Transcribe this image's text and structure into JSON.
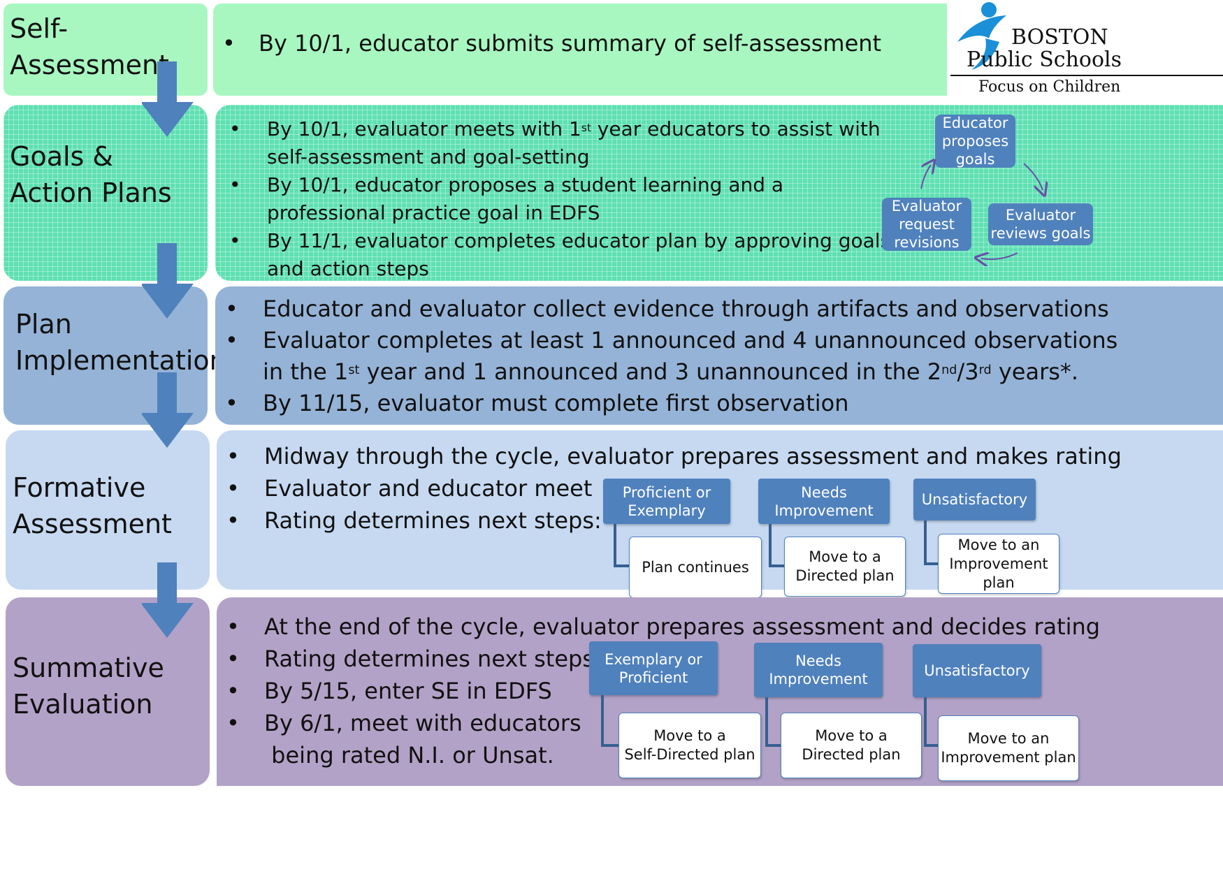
{
  "logo": {
    "line1": "BOSTON",
    "line2": "Public Schools",
    "tagline": "Focus on Children"
  },
  "stages": {
    "self_assessment": {
      "label": "Self-\nAssessment",
      "bullets": [
        "By 10/1, educator submits summary of self-assessment"
      ]
    },
    "goals": {
      "label": "Goals &\nAction Plans",
      "b1_pre": "By 10/1,",
      "b1_mid": " evaluator meets with 1",
      "b1_sup": "st",
      "b1_post": " year educators to assist with",
      "b1_line2": "self-assessment and goal-setting",
      "b2_pre": "By 10/1,",
      "b2_post": " educator proposes a student learning and a",
      "b2_line2": "professional practice goal in EDFS",
      "b3_pre": "By 11/1,",
      "b3_post": " evaluator completes educator plan by approving goals",
      "b3_line2": "and action steps",
      "cycle": [
        "Educator\nproposes\ngoals",
        "Evaluator\nreviews goals",
        "Evaluator\nrequest\nrevisions"
      ]
    },
    "plan": {
      "label": "Plan\nImplementation",
      "b1": "Educator and evaluator collect evidence through artifacts and observations",
      "b2_line1": "Evaluator completes at least 1 announced and 4 unannounced observations",
      "b2_a": "in the 1",
      "b2_sup1": "st",
      "b2_b": " year and 1 announced and 3 unannounced in the 2",
      "b2_sup2": "nd",
      "b2_c": "/3",
      "b2_sup3": "rd",
      "b2_d": " years*.",
      "b3": "By 11/15, evaluator must complete first observation"
    },
    "formative": {
      "label": "Formative\nAssessment",
      "bullets": [
        "Midway through the cycle, evaluator prepares assessment and makes rating",
        "Evaluator and educator meet",
        "Rating determines next steps:"
      ],
      "ratings": [
        {
          "rating": "Proficient or\nExemplary",
          "outcome": "Plan continues"
        },
        {
          "rating": "Needs\nImprovement",
          "outcome": "Move to a\nDirected plan"
        },
        {
          "rating": "Unsatisfactory",
          "outcome": "Move to an\nImprovement\nplan"
        }
      ]
    },
    "summative": {
      "label": "Summative\nEvaluation",
      "bullets": [
        "At the end of the cycle, evaluator prepares assessment and decides rating",
        "Rating determines next steps:",
        "By 5/15, enter SE in EDFS",
        "By 6/1, meet with educators",
        " being rated N.I. or Unsat."
      ],
      "ratings": [
        {
          "rating": "Exemplary or\nProficient",
          "outcome": "Move to a\nSelf-Directed plan"
        },
        {
          "rating": "Needs\nImprovement",
          "outcome": "Move to a\nDirected  plan"
        },
        {
          "rating": "Unsatisfactory",
          "outcome": "Move to an\nImprovement plan"
        }
      ]
    }
  },
  "bullet_char": "•",
  "colors": {
    "self": "#a8f7c1",
    "goals": "#5fe0b2",
    "plan": "#95b3d7",
    "formative": "#c6d9f1",
    "summative": "#b3a2c7",
    "arrow": "#4f81bd",
    "node": "#4f81bd"
  }
}
